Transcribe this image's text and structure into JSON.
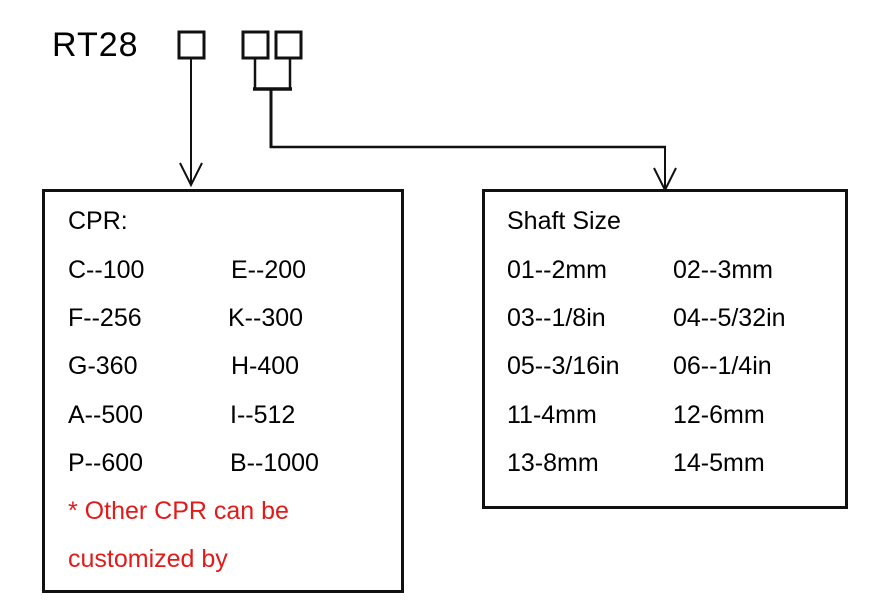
{
  "model": "RT28",
  "cpr": {
    "heading": "CPR:",
    "rows": [
      [
        "C--100",
        "E--200"
      ],
      [
        "F--256",
        "K--300"
      ],
      [
        "G-360",
        "H-400"
      ],
      [
        "A--500",
        "I--512"
      ],
      [
        "P--600",
        "B--1000"
      ]
    ],
    "note_line1": "* Other CPR can be",
    "note_line2": "customized by",
    "note_color": "#e21a1a"
  },
  "shaft": {
    "heading": "Shaft Size",
    "rows": [
      [
        "01--2mm",
        "02--3mm"
      ],
      [
        "03--1/8in",
        "04--5/32in"
      ],
      [
        "05--3/16in",
        "06--1/4in"
      ],
      [
        "11-4mm",
        "12-6mm"
      ],
      [
        "13-8mm",
        "14-5mm"
      ]
    ]
  }
}
